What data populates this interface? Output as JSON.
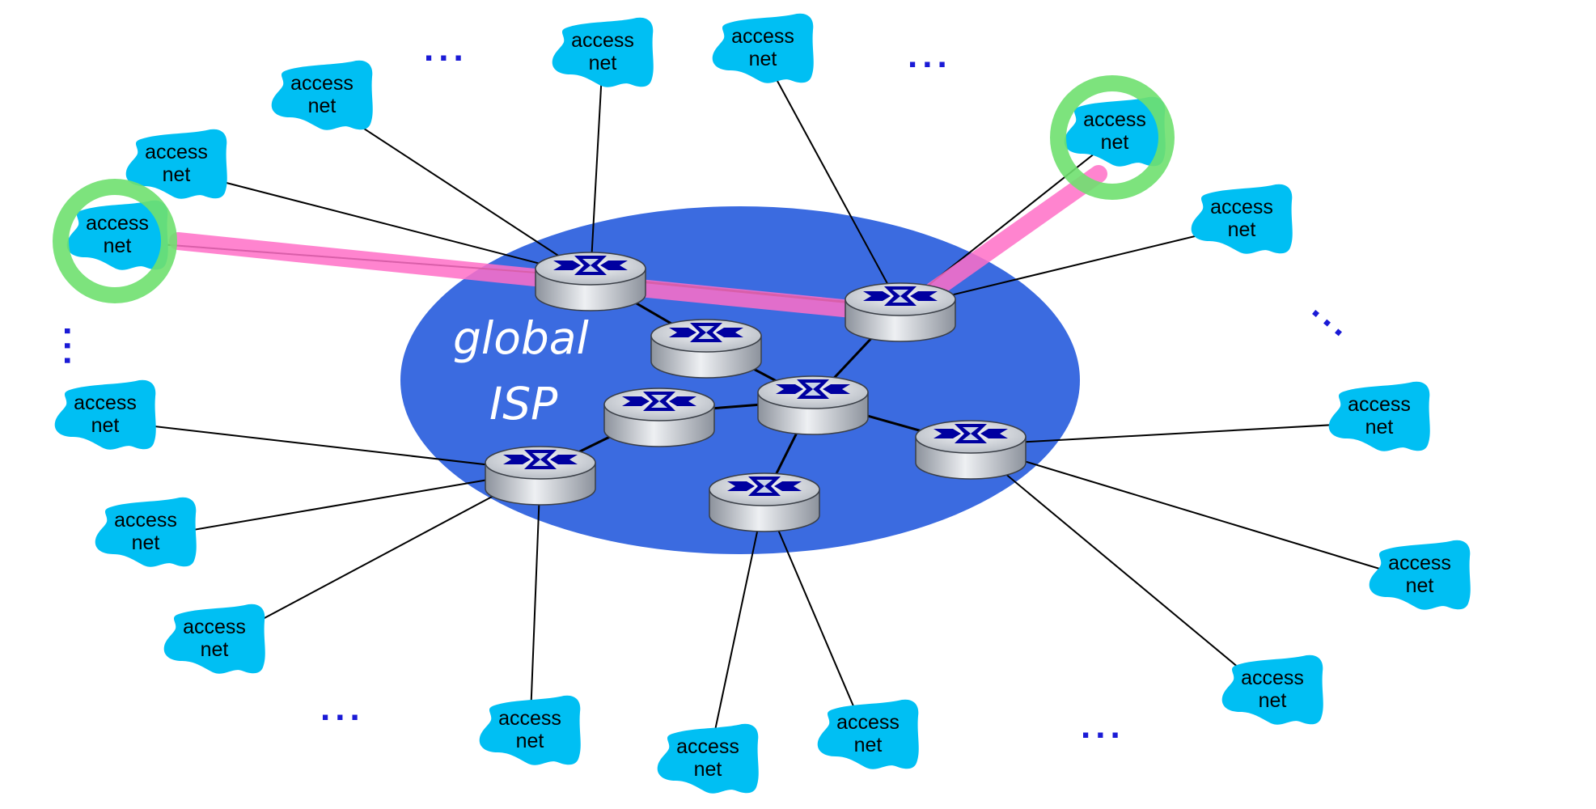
{
  "isp_label_line1": "global",
  "isp_label_line2": "ISP",
  "access_net_label_line1": "access",
  "access_net_label_line2": "net",
  "ellipsis": "...",
  "colors": {
    "isp_fill": "#3b6be0",
    "access_net_fill": "#00bff3",
    "highlight_ring": "#6fe06f",
    "highlight_path": "#ff6ec7",
    "router_top": "#c8cdd4",
    "router_arrow": "#0000a0",
    "link": "#000000",
    "ellipsis": "#1a1ad6"
  },
  "icons": {
    "router": "router-icon",
    "access_network": "access-network-cloud-icon"
  }
}
